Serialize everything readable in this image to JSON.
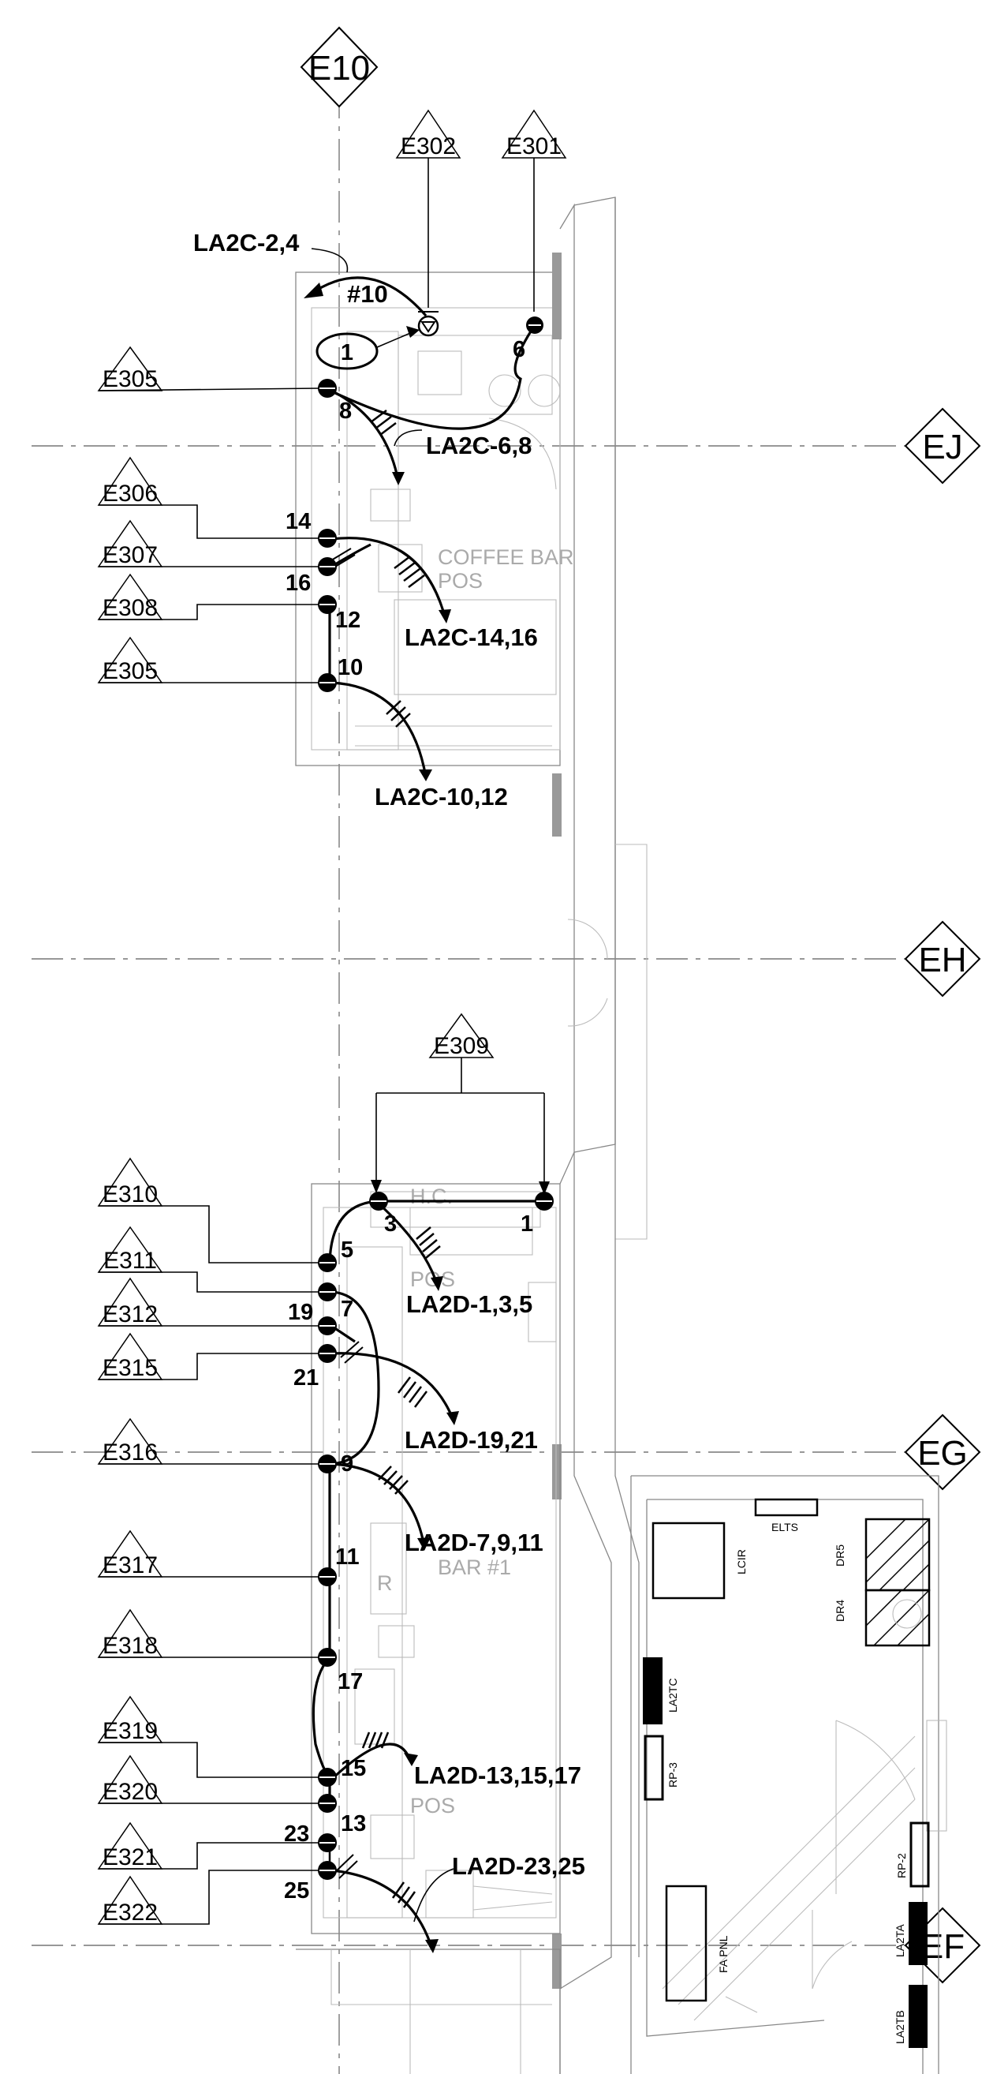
{
  "grid_bubbles": {
    "e10": "E10",
    "ej": "EJ",
    "eh": "EH",
    "eg": "EG",
    "ef": "EF"
  },
  "tags": {
    "e302": "E302",
    "e301": "E301",
    "e305a": "E305",
    "e306": "E306",
    "e307": "E307",
    "e308": "E308",
    "e305b": "E305",
    "e309": "E309",
    "e310": "E310",
    "e311": "E311",
    "e312": "E312",
    "e315": "E315",
    "e316": "E316",
    "e317": "E317",
    "e318": "E318",
    "e319": "E319",
    "e320": "E320",
    "e321": "E321",
    "e322": "E322"
  },
  "circuits": {
    "la2c_2_4": "LA2C-2,4",
    "wire_size": "#10",
    "la2c_6_8": "LA2C-6,8",
    "la2c_14_16": "LA2C-14,16",
    "la2c_10_12": "LA2C-10,12",
    "la2d_1_3_5": "LA2D-1,3,5",
    "la2d_19_21": "LA2D-19,21",
    "la2d_7_9_11": "LA2D-7,9,11",
    "la2d_13_15_17": "LA2D-13,15,17",
    "la2d_23_25": "LA2D-23,25"
  },
  "note_number": "1",
  "device_numbers": {
    "n6": "6",
    "n8": "8",
    "n14": "14",
    "n16": "16",
    "n12": "12",
    "n10": "10",
    "n3": "3",
    "n1": "1",
    "n5": "5",
    "n7": "7",
    "n19": "19",
    "n21": "21",
    "n9": "9",
    "n11": "11",
    "n17": "17",
    "n15": "15",
    "n13": "13",
    "n23": "23",
    "n25": "25"
  },
  "room_labels": {
    "coffee_bar": "COFFEE BAR",
    "pos1": "POS",
    "hc": "H.C.",
    "pos2": "POS",
    "bar1": "BAR #1",
    "pos3": "POS",
    "r": "R"
  },
  "equipment": {
    "elts": "ELTS",
    "lcir": "LCIR",
    "dr5": "DR5",
    "dr4": "DR4",
    "la2tc": "LA2TC",
    "rp3": "RP-3",
    "rp2": "RP-2",
    "fa_pnl": "FA PNL",
    "la2ta": "LA2TA",
    "la2tb": "LA2TB"
  }
}
